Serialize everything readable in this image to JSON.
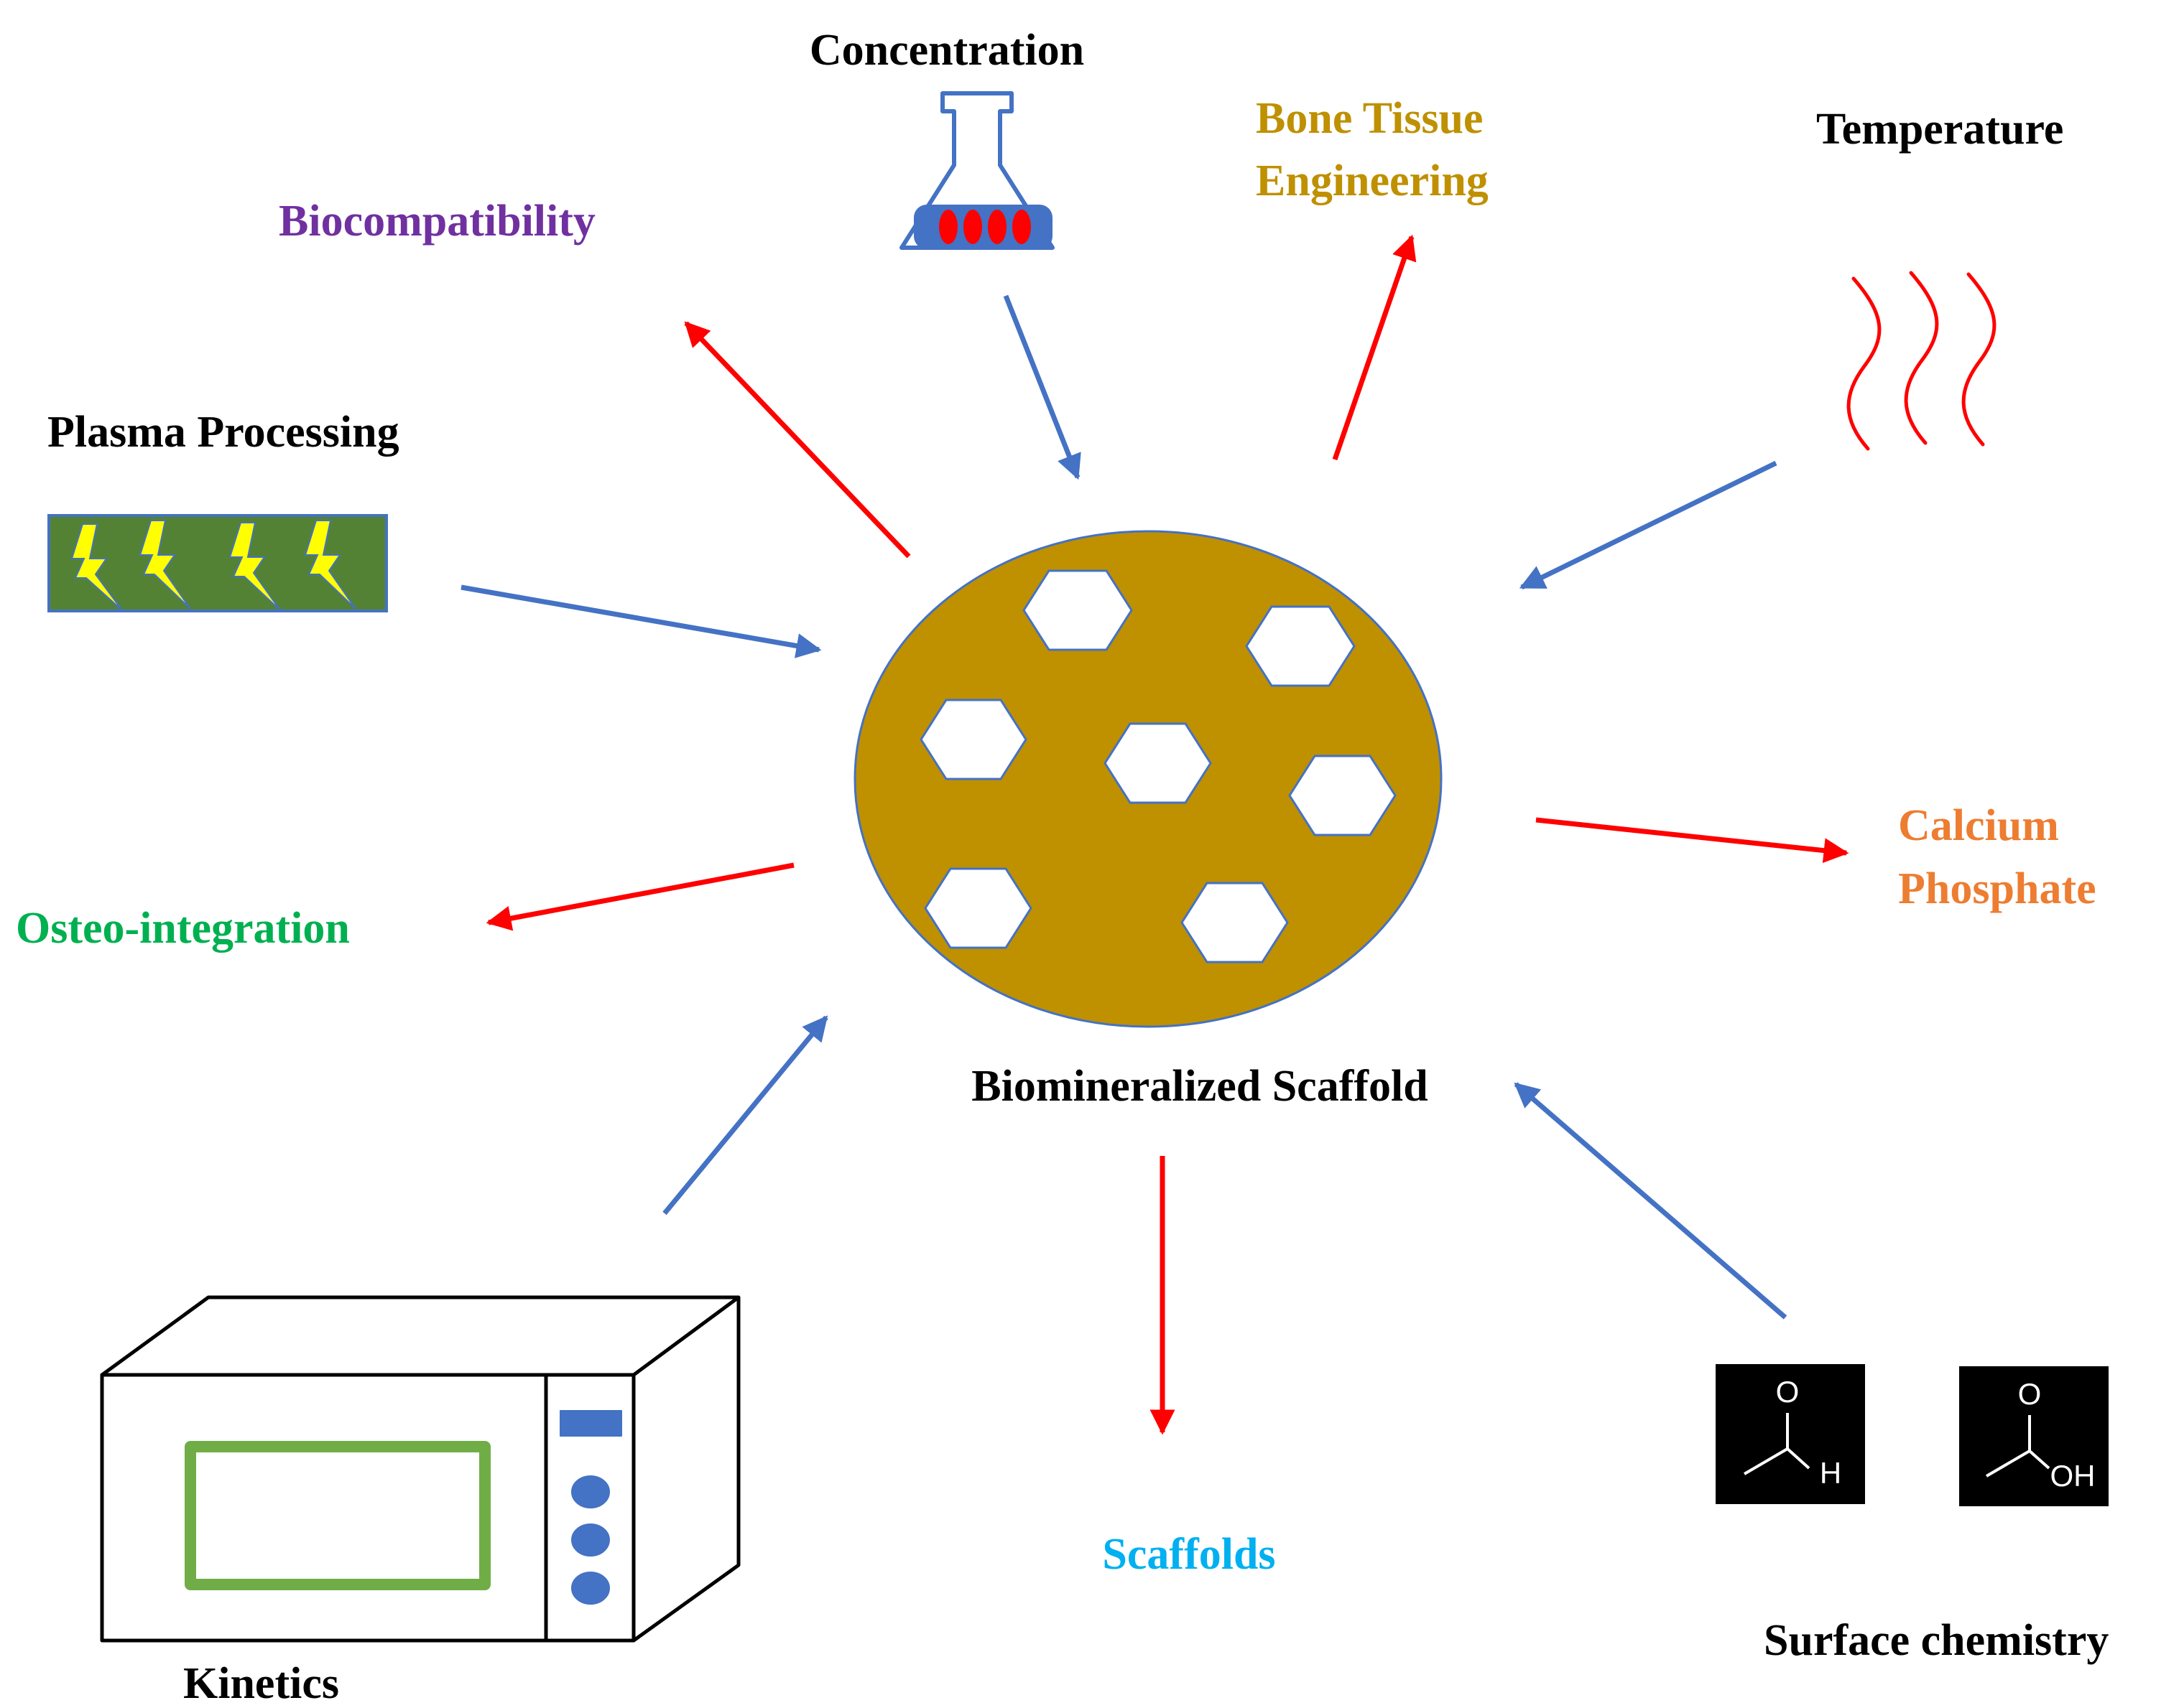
{
  "labels": {
    "concentration": "Concentration",
    "bone_tissue_line1": "Bone Tissue",
    "bone_tissue_line2": "Engineering",
    "temperature": "Temperature",
    "biocompatibility": "Biocompatibility",
    "plasma_processing": "Plasma Processing",
    "osteo_integration": "Osteo-integration",
    "calcium_line1": "Calcium",
    "calcium_line2": "Phosphate",
    "center": "Biomineralized Scaffold",
    "scaffolds": "Scaffolds",
    "kinetics": "Kinetics",
    "surface_chemistry": "Surface chemistry"
  },
  "chem": {
    "aldehyde_o": "O",
    "aldehyde_h": "H",
    "acid_o": "O",
    "acid_oh": "OH"
  },
  "colors": {
    "input_arrow": "#4472c4",
    "output_arrow": "#ff0000",
    "scaffold_fill": "#bf9000",
    "biocompatibility": "#7030a0",
    "bone_tissue": "#bf9000",
    "osteo_integration": "#00b050",
    "calcium_phosphate": "#ed7d31",
    "scaffolds": "#00b0f0",
    "plasma_bg": "#548235",
    "bolt": "#ffff00",
    "oven_window": "#70ad47",
    "oven_buttons": "#4472c4",
    "flask": "#4472c4",
    "flask_liquid": "#ff0000",
    "heat_waves": "#ff0000"
  },
  "icons": [
    "flask-icon",
    "heat-waves-icon",
    "lightning-bolt-icon",
    "microwave-oven-icon",
    "aldehyde-structure-icon",
    "carboxylic-acid-structure-icon"
  ]
}
